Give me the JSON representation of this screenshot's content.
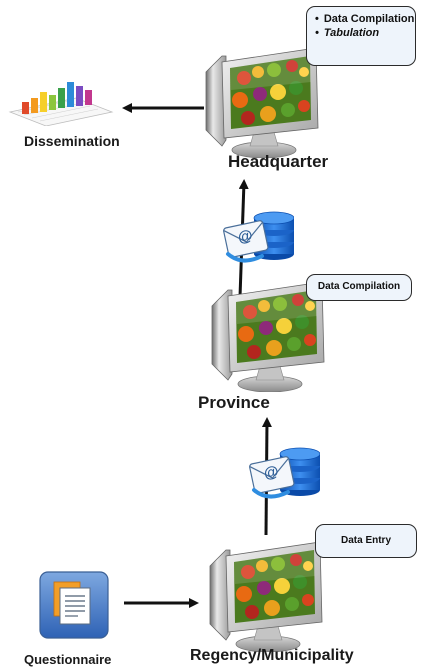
{
  "nodes": {
    "headquarter": {
      "label": "Headquarter",
      "tasks": [
        "Data Compilation",
        "Tabulation"
      ]
    },
    "province": {
      "label": "Province",
      "task": "Data Compilation"
    },
    "regency": {
      "label": "Regency/Municipality",
      "task": "Data Entry"
    },
    "dissemination": {
      "label": "Dissemination"
    },
    "questionnaire": {
      "label": "Questionnaire"
    }
  },
  "icons": {
    "computer": "computer-monitor-icon",
    "transfer": "email-database-transfer-icon",
    "chart": "bar-chart-report-icon",
    "document": "questionnaire-document-icon"
  },
  "colors": {
    "callout_fill": "#eef4fb",
    "arrow": "#111111",
    "database": "#1f6fd1"
  }
}
